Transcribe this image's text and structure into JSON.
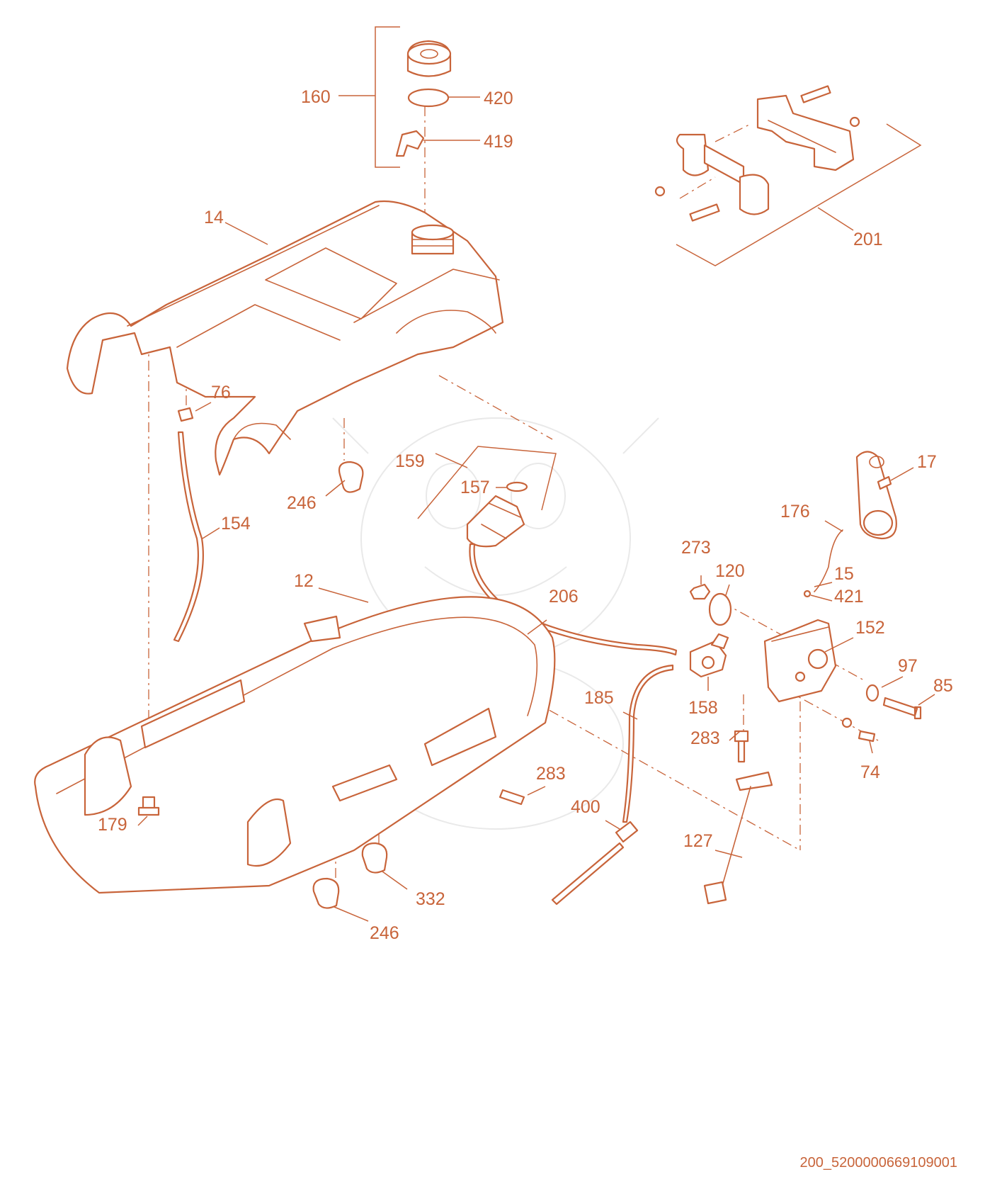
{
  "diagram": {
    "accent_color": "#c8643a",
    "part_numbers": [
      "160",
      "420",
      "419",
      "14",
      "201",
      "76",
      "159",
      "157",
      "246",
      "154",
      "17",
      "176",
      "273",
      "120",
      "15",
      "421",
      "12",
      "206",
      "152",
      "97",
      "85",
      "185",
      "158",
      "283",
      "74",
      "283",
      "400",
      "179",
      "127",
      "332",
      "246"
    ],
    "document_code": "200_5200000669109001"
  }
}
